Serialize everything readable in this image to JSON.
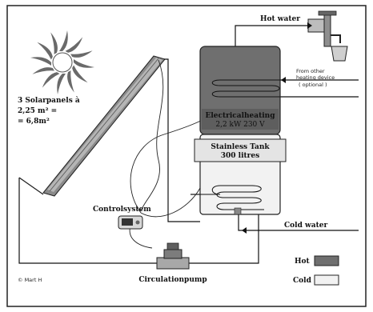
{
  "labels": {
    "hot_water": "Hot water",
    "front_heating_1": "From other",
    "front_heating_2": "heating device",
    "front_heating_3": "( optional )",
    "panels_1": "3 Solarpanels à",
    "panels_2": "2,25 m² =",
    "panels_3": "= 6,8m²",
    "electric_1": "Electricalheating",
    "electric_2": "2,2 kW   230 V",
    "tank_1": "Stainless Tank",
    "tank_2": "300  litres",
    "control": "Controlsystem",
    "circulation_pump": "Circulationpump",
    "cold_water": "Cold water",
    "legend_hot": "Hot",
    "legend_cold": "Cold",
    "credit": "© Mart H"
  },
  "colors": {
    "hot": "#6f6f6f",
    "cold": "#f2f2f2",
    "line": "#111111",
    "sun": "#555555"
  }
}
